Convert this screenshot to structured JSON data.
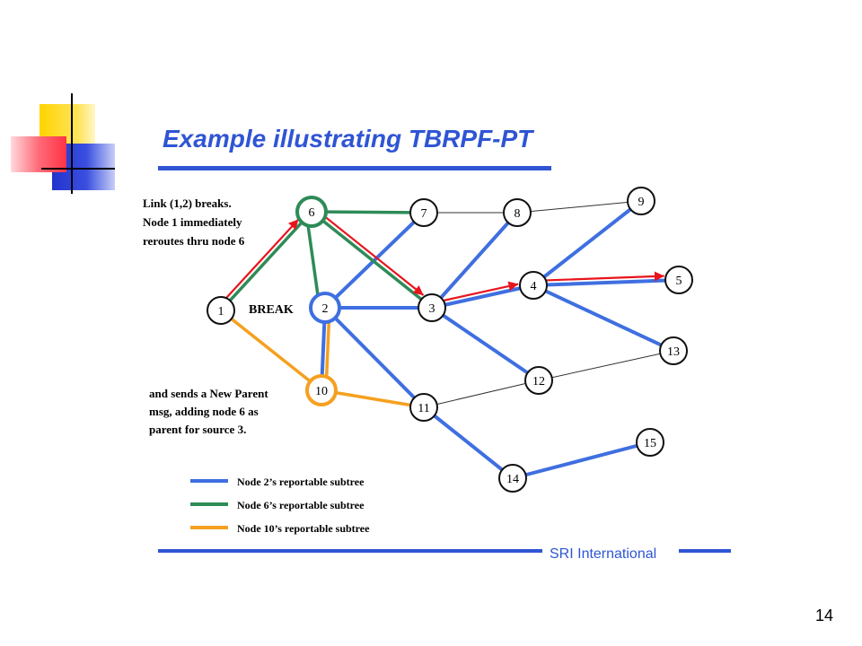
{
  "title": "Example illustrating TBRPF-PT",
  "footer": "SRI International",
  "page_number": "14",
  "colors": {
    "blue": "#3f6fe0",
    "green": "#2e8b57",
    "orange": "#f5a020",
    "red": "#e8141c",
    "node_stroke": "#111111",
    "title_bar": "#2f55d4"
  },
  "annotations": {
    "top": [
      "Link (1,2) breaks.",
      "Node 1 immediately",
      "reroutes thru node 6"
    ],
    "break": "BREAK",
    "bottom": [
      "and sends a New Parent",
      "msg, adding node 6 as",
      "parent for source 3."
    ]
  },
  "nodes": [
    "1",
    "2",
    "3",
    "4",
    "5",
    "6",
    "7",
    "8",
    "9",
    "10",
    "11",
    "12",
    "13",
    "14",
    "15"
  ],
  "legend": [
    {
      "label": "Node 2’s reportable subtree",
      "color": "#3f6fe0"
    },
    {
      "label": "Node 6’s reportable subtree",
      "color": "#2e8b57"
    },
    {
      "label": "Node 10’s reportable subtree",
      "color": "#f5a020"
    }
  ],
  "edges": {
    "thin": [
      [
        "7",
        "8"
      ],
      [
        "8",
        "9"
      ],
      [
        "11",
        "12"
      ],
      [
        "12",
        "13"
      ]
    ],
    "blue": [
      [
        "2",
        "3"
      ],
      [
        "2",
        "7"
      ],
      [
        "2",
        "11"
      ],
      [
        "2",
        "10"
      ],
      [
        "3",
        "8"
      ],
      [
        "3",
        "4"
      ],
      [
        "3",
        "12"
      ],
      [
        "4",
        "5"
      ],
      [
        "4",
        "9"
      ],
      [
        "4",
        "13"
      ],
      [
        "11",
        "14"
      ],
      [
        "14",
        "15"
      ]
    ],
    "green": [
      [
        "1",
        "6"
      ],
      [
        "6",
        "7"
      ],
      [
        "6",
        "2"
      ],
      [
        "6",
        "3"
      ]
    ],
    "orange": [
      [
        "1",
        "10"
      ],
      [
        "10",
        "11"
      ],
      [
        "10",
        "2"
      ]
    ],
    "red": [
      [
        "1",
        "6"
      ],
      [
        "6",
        "3"
      ],
      [
        "3",
        "4"
      ],
      [
        "4",
        "5"
      ]
    ]
  }
}
